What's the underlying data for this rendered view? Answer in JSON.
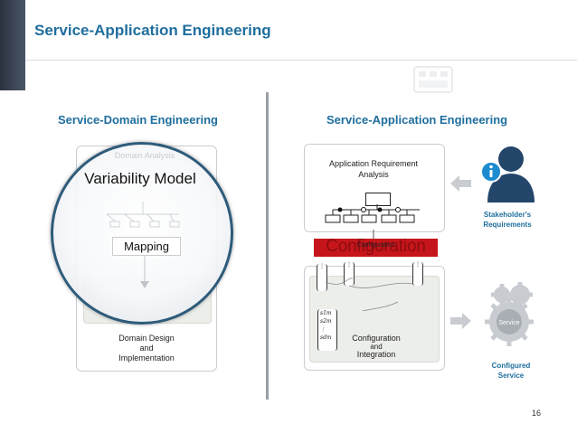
{
  "slide": {
    "title": "Service-Application Engineering",
    "page_number": "16"
  },
  "left": {
    "heading": "Service-Domain Engineering",
    "faded_label": "Domain Analysis",
    "variability_model": "Variability Model",
    "mapping": "Mapping",
    "bottom_label_1": "Domain Design",
    "bottom_label_2": "and",
    "bottom_label_3": "Implementation"
  },
  "right": {
    "heading": "Service-Application Engineering",
    "req_label_1": "Application Requirement",
    "req_label_2": "Analysis",
    "config_banner": "Configuration",
    "config_small": "Configuration",
    "config_label_1": "Configuration",
    "config_label_2": "and",
    "config_label_3": "Integration",
    "stakeholder_1": "Stakeholder's",
    "stakeholder_2": "Requirements",
    "service_gear_label": "Service",
    "configured_1": "Configured",
    "configured_2": "Service",
    "matrix_s": [
      "s1m",
      "s2m",
      "⋮",
      "sdm"
    ]
  },
  "colors": {
    "heading_blue": "#1f6e9e",
    "banner_red": "#c6161b",
    "circle_border": "#2e5b7a"
  }
}
